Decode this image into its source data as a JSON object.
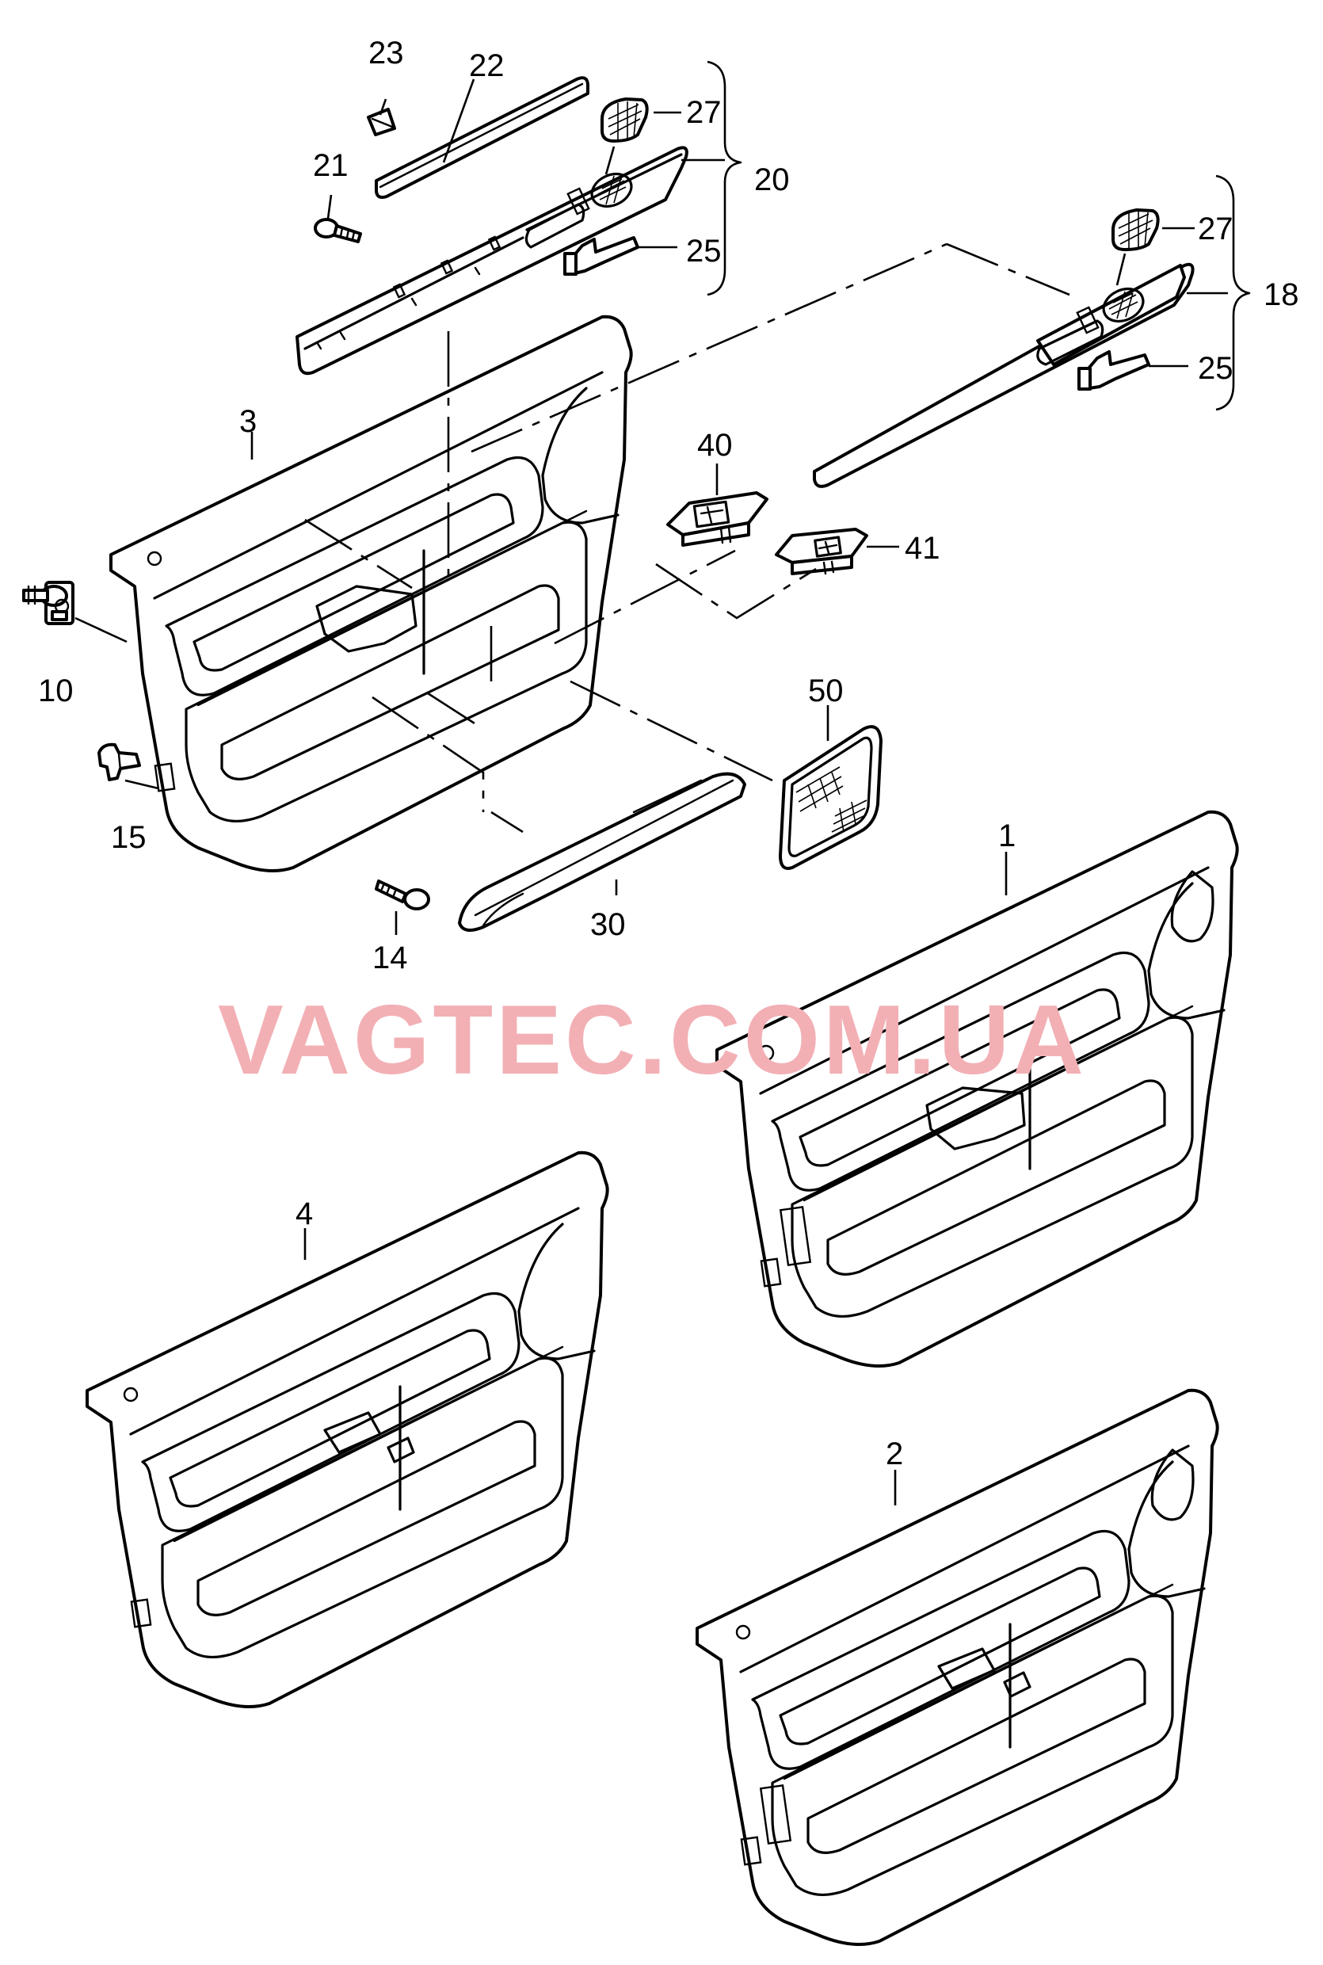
{
  "watermark": "VAGTEC.COM.UA",
  "callouts": {
    "c1": "1",
    "c2": "2",
    "c3": "3",
    "c4": "4",
    "c10": "10",
    "c14": "14",
    "c15": "15",
    "c18": "18",
    "c20": "20",
    "c21": "21",
    "c22": "22",
    "c23": "23",
    "c25a": "25",
    "c25b": "25",
    "c27a": "27",
    "c27b": "27",
    "c30": "30",
    "c40": "40",
    "c41": "41",
    "c50": "50"
  },
  "colors": {
    "line": "#000000",
    "background": "#ffffff",
    "watermark": "#f2b0b5"
  }
}
